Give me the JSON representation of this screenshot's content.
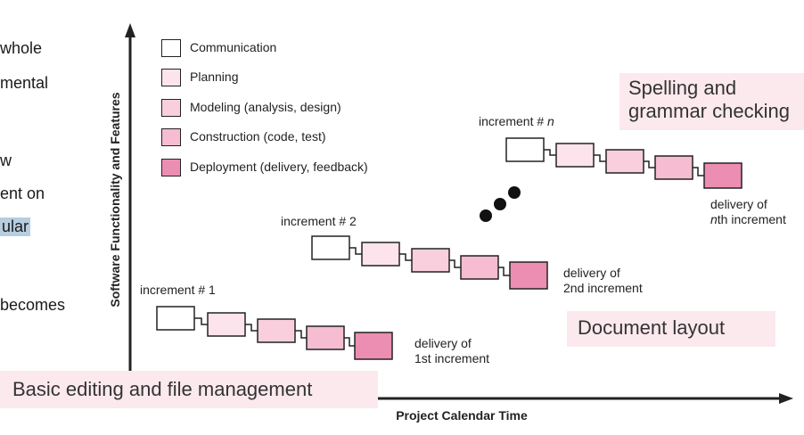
{
  "left_text": [
    "whole",
    "mental",
    "w",
    "ent on",
    "ular",
    "becomes"
  ],
  "y_axis_label": "Software Functionality and Features",
  "x_axis_label": "Project Calendar Time",
  "legend": [
    {
      "label": "Communication",
      "color": "#ffffff"
    },
    {
      "label": "Planning",
      "color": "#fde4ec"
    },
    {
      "label": "Modeling (analysis, design)",
      "color": "#f9cfdd"
    },
    {
      "label": "Construction (code, test)",
      "color": "#f6bcd1"
    },
    {
      "label": "Deployment (delivery, feedback)",
      "color": "#ec8eb1"
    }
  ],
  "increments": [
    {
      "label": "increment # 1",
      "delivery_line1": "delivery of",
      "delivery_line2": "1st increment"
    },
    {
      "label": "increment # 2",
      "delivery_line1": "delivery of",
      "delivery_line2": "2nd increment"
    },
    {
      "label_prefix": "increment # ",
      "label_var": "n",
      "delivery_line1": "delivery of",
      "delivery_var": "n",
      "delivery_line2_rest": "th increment"
    }
  ],
  "callouts": {
    "spelling": "Spelling and\ngrammar checking",
    "layout": "Document layout",
    "basic": "Basic editing and file management"
  }
}
